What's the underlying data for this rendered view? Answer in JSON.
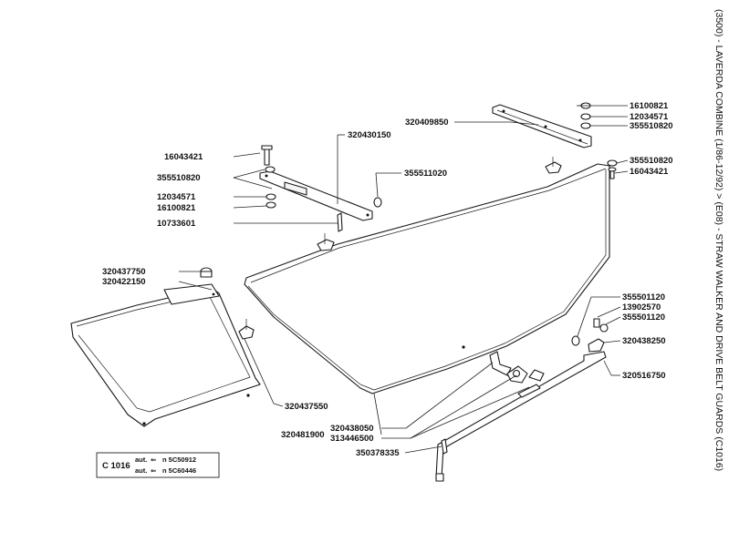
{
  "sidebar_title": "(3500) - LAVERDA COMBINE (1/86-12/92) > (E08) - STRAW WALKER AND DRIVE BELT GUARDS (C1016)",
  "legend": {
    "code": "C 1016",
    "rows": [
      {
        "text": "aut.",
        "arrow": "⇐",
        "range": "n 5C50912"
      },
      {
        "text": "aut.",
        "arrow": "⇐",
        "range": "n 5C60446"
      }
    ]
  },
  "parts": {
    "p16100821_r": "16100821",
    "p12034571_r": "12034571",
    "p355510820_r1": "355510820",
    "p355510820_r2": "355510820",
    "p16043421_r": "16043421",
    "p320409850": "320409850",
    "p320430150": "320430150",
    "p16043421_l": "16043421",
    "p355510820_l": "355510820",
    "p355511020": "355511020",
    "p12034571_l": "12034571",
    "p16100821_l": "16100821",
    "p10733601": "10733601",
    "p320437750": "320437750",
    "p320422150": "320422150",
    "p320437550": "320437550",
    "p355501120_a": "355501120",
    "p13902570": "13902570",
    "p355501120_b": "355501120",
    "p320438250": "320438250",
    "p320516750": "320516750",
    "p320438050": "320438050",
    "p313446500": "313446500",
    "p320481900": "320481900",
    "p350378335": "350378335"
  }
}
